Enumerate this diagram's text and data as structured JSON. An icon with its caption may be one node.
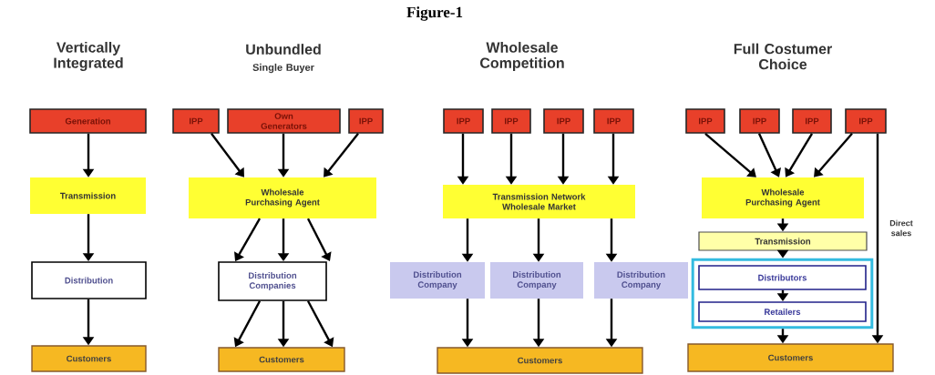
{
  "diagram": {
    "title": "Figure-1",
    "nodes": [
      {
        "text": [
          "Generation"
        ]
      },
      {
        "text": [
          "Transmission"
        ]
      },
      {
        "text": [
          "Distribution"
        ]
      },
      {
        "text": [
          "Customers"
        ]
      },
      {
        "text": [
          "IPP"
        ]
      },
      {
        "text": [
          "Own Generators"
        ]
      },
      {
        "text": [
          "IPP"
        ]
      },
      {
        "text": [
          "Wholesale Purchasing Agent"
        ]
      },
      {
        "text": [
          "Distribution Companies"
        ]
      },
      {
        "text": [
          "Customers"
        ]
      },
      {
        "text": [
          "IPP"
        ]
      },
      {
        "text": [
          "IPP"
        ]
      },
      {
        "text": [
          "IPP"
        ]
      },
      {
        "text": [
          "IPP"
        ]
      },
      {
        "text": [
          "Transmission Network Wholesale Market"
        ]
      },
      {
        "text": [
          "Distribution Company"
        ]
      },
      {
        "text": [
          "Distribution Company"
        ]
      },
      {
        "text": [
          "Distribution Company"
        ]
      },
      {
        "text": [
          "Customers"
        ]
      },
      {
        "text": [
          "IPP"
        ]
      },
      {
        "text": [
          "IPP"
        ]
      },
      {
        "text": [
          "IPP"
        ]
      },
      {
        "text": [
          "IPP"
        ]
      },
      {
        "text": [
          "Wholesale Purchasing Agent"
        ]
      },
      {
        "text": [
          "Transmission"
        ]
      },
      {
        "text": [],
        "shape": "box"
      },
      {
        "text": [
          "Distributors"
        ],
        "in": 25
      },
      {
        "text": [
          "Retailers"
        ],
        "in": 25
      },
      {
        "text": [
          "Customers"
        ]
      }
    ],
    "edges": [
      {
        "from": 0,
        "to": 1,
        "arrow": "to"
      },
      {
        "from": 1,
        "to": 2,
        "arrow": "to"
      },
      {
        "from": 2,
        "to": 3,
        "arrow": "to"
      },
      {
        "from": 4,
        "to": 7,
        "arrow": "to"
      },
      {
        "from": 5,
        "to": 7,
        "arrow": "to"
      },
      {
        "from": 6,
        "to": 7,
        "arrow": "to"
      },
      {
        "from": 7,
        "to": 8,
        "arrow": "to"
      },
      {
        "from": 7,
        "to": 8,
        "arrow": "to"
      },
      {
        "from": 7,
        "to": 8,
        "arrow": "to"
      },
      {
        "from": 8,
        "to": 9,
        "arrow": "to"
      },
      {
        "from": 8,
        "to": 9,
        "arrow": "to"
      },
      {
        "from": 8,
        "to": 9,
        "arrow": "to"
      },
      {
        "from": 10,
        "to": 14,
        "arrow": "to"
      },
      {
        "from": 11,
        "to": 14,
        "arrow": "to"
      },
      {
        "from": 12,
        "to": 14,
        "arrow": "to"
      },
      {
        "from": 13,
        "to": 14,
        "arrow": "to"
      },
      {
        "from": 14,
        "to": 15,
        "arrow": "to"
      },
      {
        "from": 14,
        "to": 16,
        "arrow": "to"
      },
      {
        "from": 14,
        "to": 17,
        "arrow": "to"
      },
      {
        "from": 15,
        "to": 18,
        "arrow": "to"
      },
      {
        "from": 16,
        "to": 18,
        "arrow": "to"
      },
      {
        "from": 17,
        "to": 18,
        "arrow": "to"
      },
      {
        "from": 19,
        "to": 23,
        "arrow": "to"
      },
      {
        "from": 20,
        "to": 23,
        "arrow": "to"
      },
      {
        "from": 21,
        "to": 23,
        "arrow": "to"
      },
      {
        "from": 22,
        "to": 23,
        "arrow": "to"
      },
      {
        "from": 23,
        "to": 24,
        "arrow": "to"
      },
      {
        "from": 24,
        "to": 25,
        "arrow": "to"
      },
      {
        "from": 26,
        "to": 27,
        "arrow": "to"
      },
      {
        "from": 25,
        "to": 28,
        "arrow": "to"
      },
      {
        "from": 22,
        "to": 28,
        "arrow": "to",
        "label": "Direct sales"
      }
    ],
    "labels": [
      "Vertically Integrated",
      "Unbundled",
      "Single Buyer",
      "Wholesale Competition",
      "Full Costumer Choice"
    ]
  }
}
